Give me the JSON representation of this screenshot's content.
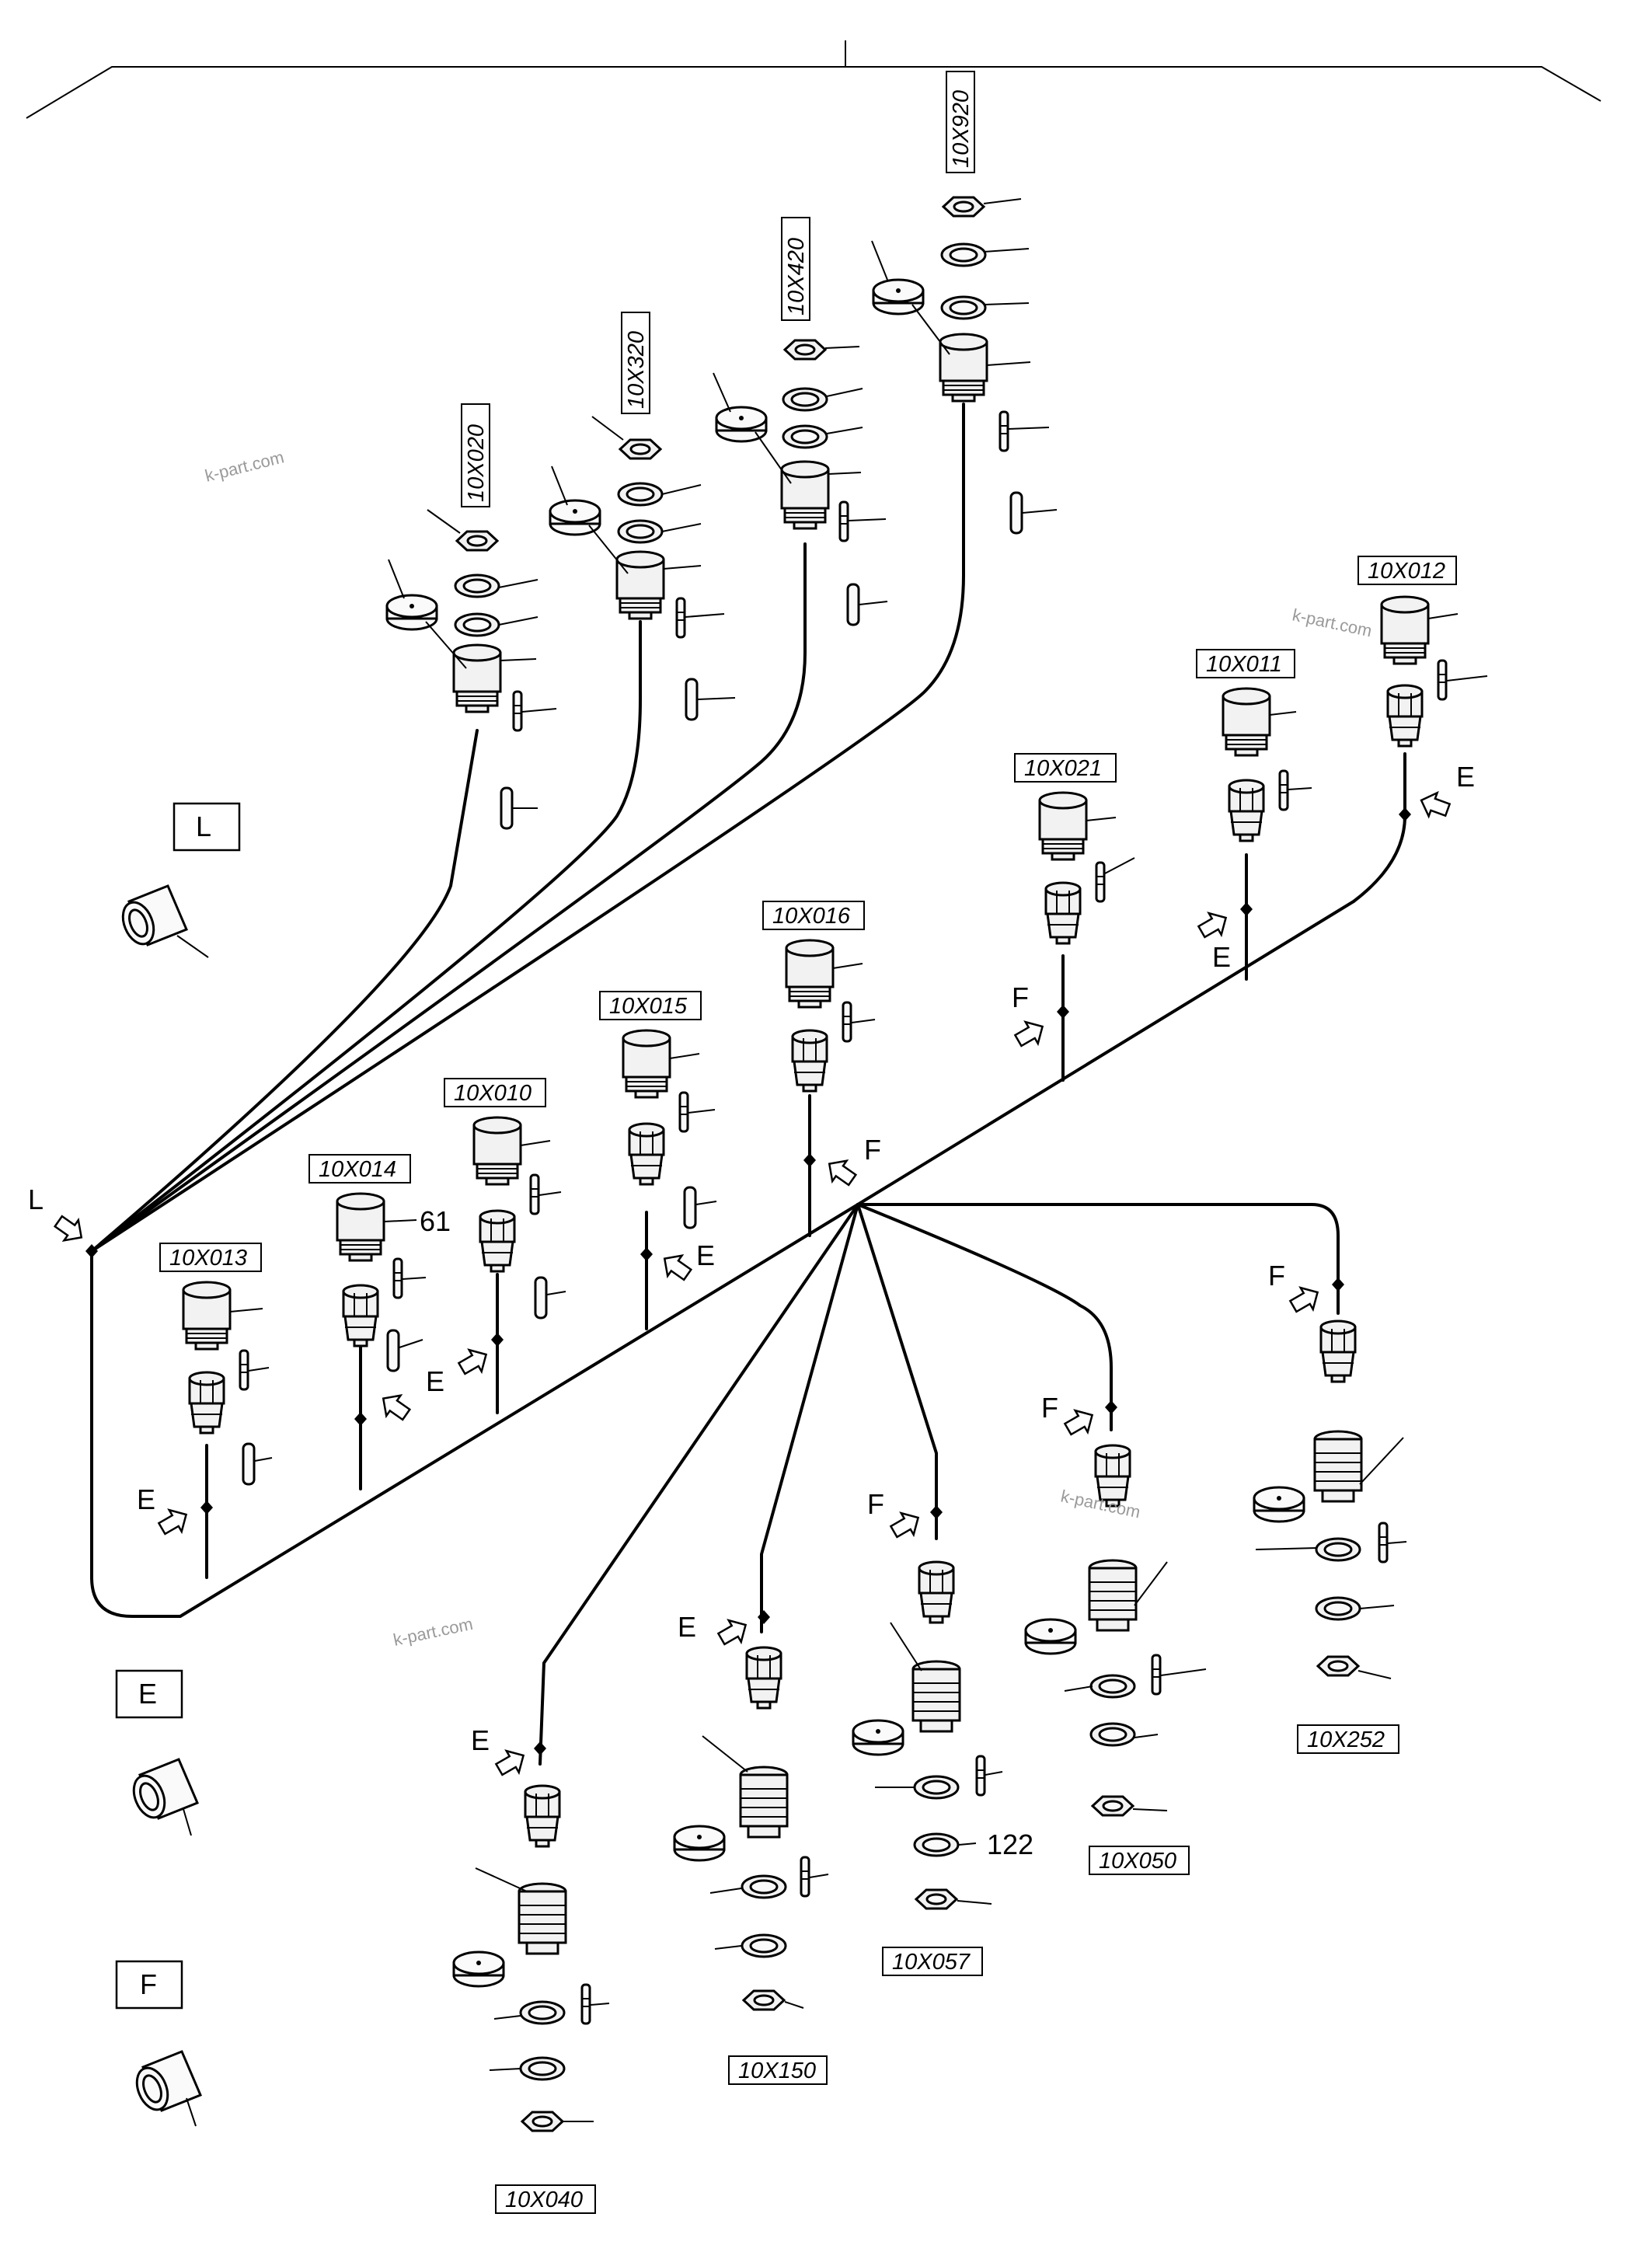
{
  "watermark": "k-part.com",
  "callout_numbers": {
    "n61": "61",
    "n122": "122"
  },
  "detail_boxes": {
    "L": "L",
    "E": "E",
    "F": "F"
  },
  "connectors": {
    "c10X020": "10X020",
    "c10X320": "10X320",
    "c10X420": "10X420",
    "c10X920": "10X920",
    "c10X012": "10X012",
    "c10X011": "10X011",
    "c10X021": "10X021",
    "c10X016": "10X016",
    "c10X015": "10X015",
    "c10X010": "10X010",
    "c10X014": "10X014",
    "c10X013": "10X013",
    "c10X252": "10X252",
    "c10X050": "10X050",
    "c10X057": "10X057",
    "c10X150": "10X150",
    "c10X040": "10X040"
  },
  "pointers": {
    "L": "L",
    "E1": "E",
    "E2": "E",
    "E3": "E",
    "E4": "E",
    "E5": "E",
    "E6": "E",
    "E7": "E",
    "F1": "F",
    "F2": "F",
    "F3": "F",
    "F4": "F",
    "F5": "F"
  }
}
